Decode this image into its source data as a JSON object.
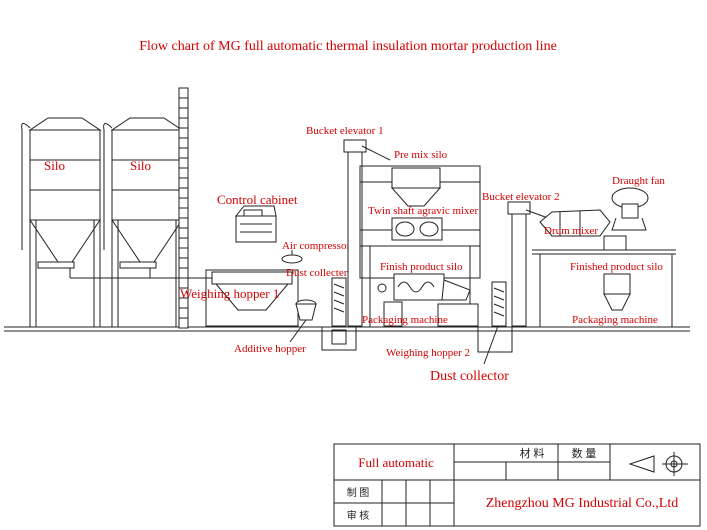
{
  "title": "Flow chart of MG full automatic thermal insulation mortar production line",
  "labels": {
    "silo_1": "Silo",
    "silo_2": "Silo",
    "control_cabinet": "Control cabinet",
    "bucket_elevator_1": "Bucket elevator 1",
    "pre_mix_silo": "Pre mix silo",
    "twin_shaft_mixer": "Twin shaft agravic mixer",
    "bucket_elevator_2": "Bucket elevator 2",
    "draught_fan": "Draught fan",
    "drum_mixer": "Drum mixer",
    "air_compressor": "Air compressor",
    "dust_collector_1": "Dust collecter",
    "finish_product_silo": "Finish product silo",
    "finished_product_silo": "Finished product silo",
    "weighing_hopper_1": "Weighing hopper 1",
    "packaging_machine_1": "Packaging machine",
    "packaging_machine_2": "Packaging machine",
    "additive_hopper": "Additive hopper",
    "weighing_hopper_2": "Weighing hopper 2",
    "dust_collector_2": "Dust collector"
  },
  "title_block": {
    "mode": "Full automatic",
    "material": "材 料",
    "quantity": "数 量",
    "drawn": "制 图",
    "checked": "审 核",
    "company": "Zhengzhou MG Industrial Co.,Ltd"
  },
  "colors": {
    "label": "#d40000",
    "line": "#222222"
  }
}
